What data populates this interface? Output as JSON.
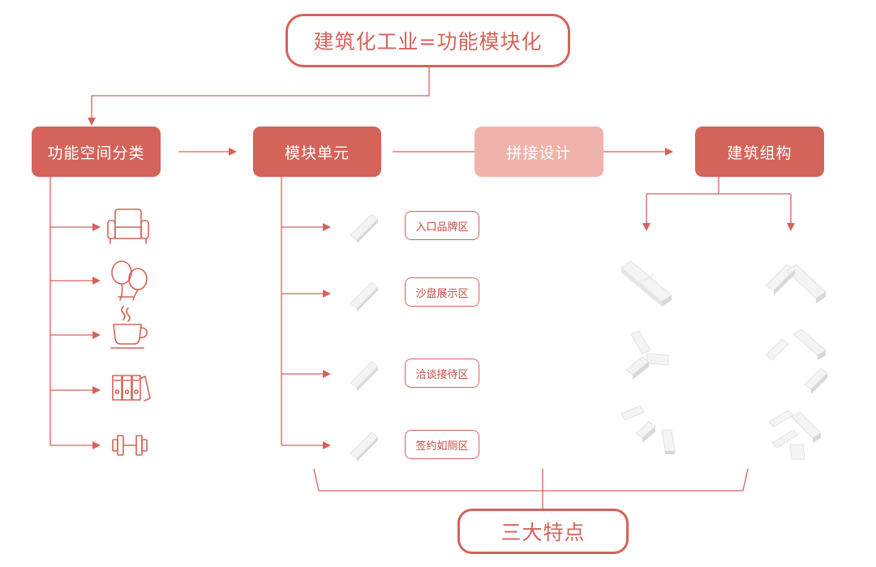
{
  "title": "建筑化工业=功能模块化",
  "footer_title": "三大特点",
  "steps": [
    "功能空间分类",
    "模块单元",
    "拼接设计",
    "建筑组构"
  ],
  "zones": [
    "入口品牌区",
    "沙盘展示区",
    "洽谈接待区",
    "签约如厕区"
  ],
  "icons": [
    "armchair-icon",
    "balloons-icon",
    "coffee-cup-icon",
    "binders-icon",
    "dumbbell-icon"
  ],
  "colors": {
    "accent": "#d4635a",
    "pale": "#f0b3ab",
    "module_light": "#f4f4f4",
    "module_shade": "#dcdcdc"
  }
}
